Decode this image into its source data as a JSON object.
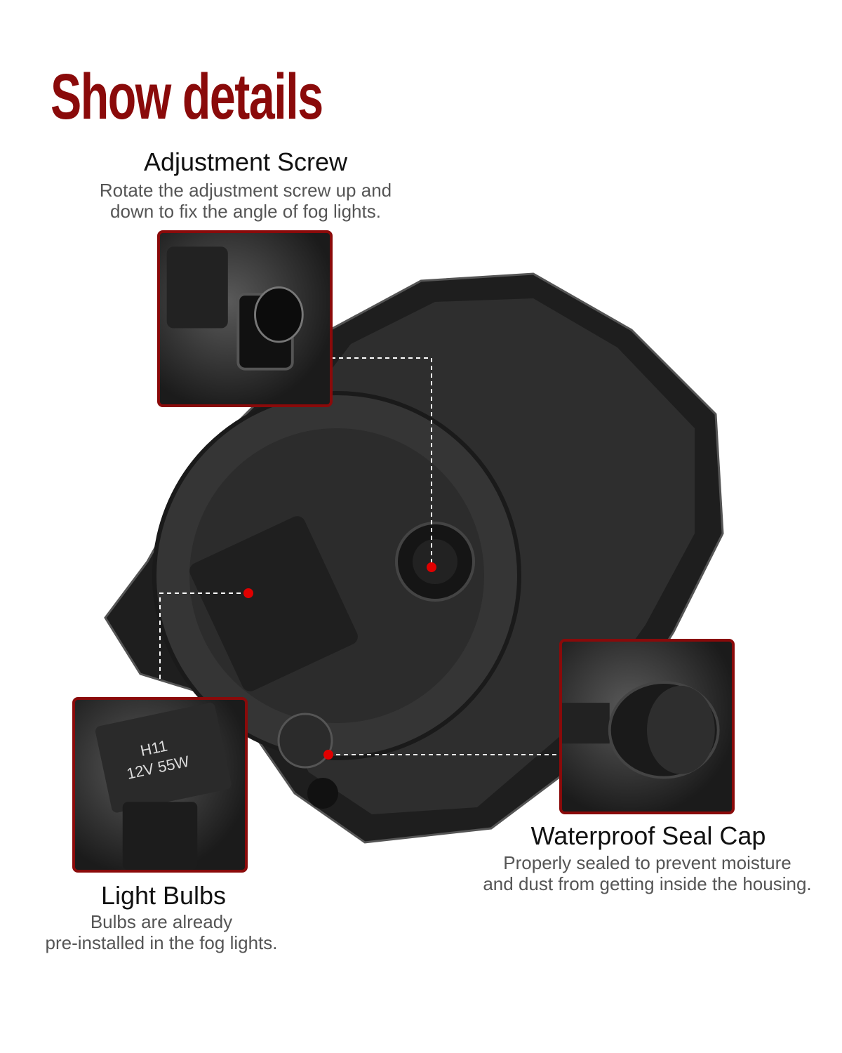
{
  "title": "Show details",
  "colors": {
    "accent": "#8a0a0a",
    "marker": "#e00000",
    "product": "#2a2a2a"
  },
  "features": [
    {
      "name": "Adjustment Screw",
      "description": [
        "Rotate the adjustment screw up and",
        "down to fix the angle of fog lights."
      ]
    },
    {
      "name": "Light Bulbs",
      "description": [
        "Bulbs are already",
        "pre-installed in the fog lights."
      ],
      "bulb_label": [
        "H11",
        "12V 55W"
      ]
    },
    {
      "name": "Waterproof Seal Cap",
      "description": [
        "Properly sealed to prevent moisture",
        "and dust from getting inside the housing."
      ]
    }
  ]
}
